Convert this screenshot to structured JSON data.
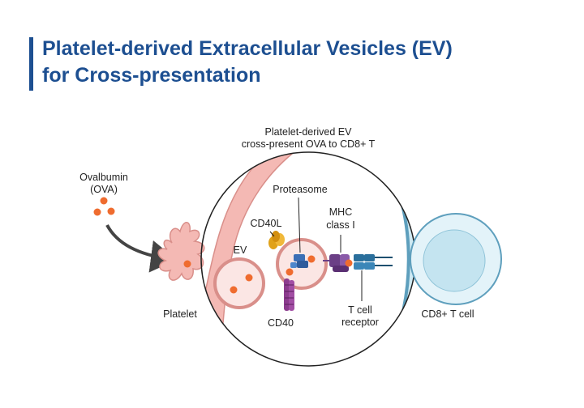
{
  "title": {
    "line1": "Platelet-derived Extracellular Vesicles (EV)",
    "line2": "for Cross-presentation"
  },
  "labels": {
    "ova_line1": "Ovalbumin",
    "ova_line2": "(OVA)",
    "caption_line1": "Platelet-derived EV",
    "caption_line2": "cross-present OVA to CD8+ T",
    "proteasome": "Proteasome",
    "mhc_line1": "MHC",
    "mhc_line2": "class I",
    "cd40l": "CD40L",
    "ev": "EV",
    "platelet": "Platelet",
    "cd40": "CD40",
    "tcr_line1": "T cell",
    "tcr_line2": "receptor",
    "cd8_cell": "CD8+ T cell"
  },
  "colors": {
    "title": "#1d4f91",
    "platelet": "#f4b9b4",
    "platelet_stroke": "#d98f8a",
    "ova_dot": "#ef6c2f",
    "mhc": "#6b3f86",
    "tcr": "#2a6f9c",
    "tcell": "#cfeaf3",
    "tcell_stroke": "#5e9fbd",
    "cd40": "#8c3c8e",
    "cd40l": "#e0a21a",
    "proteasome": "#3b6fb6"
  }
}
